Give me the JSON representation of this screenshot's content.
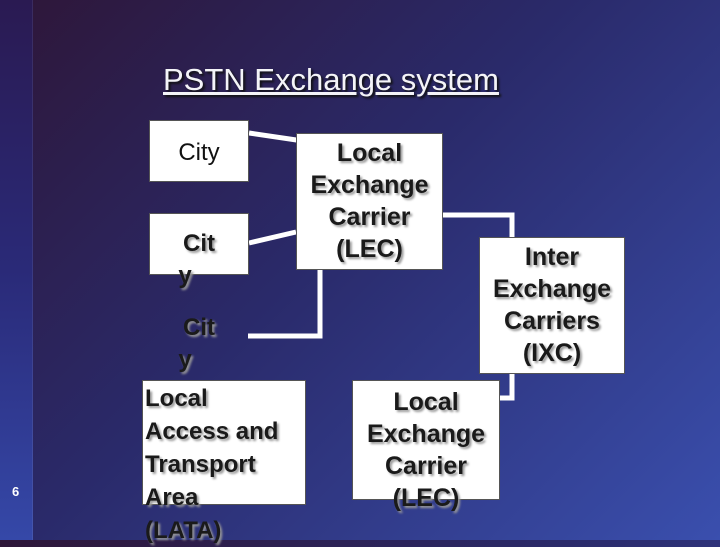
{
  "slide": {
    "title": "PSTN Exchange system",
    "number": "6"
  },
  "diagram": {
    "city_top": "City",
    "city_mid_line1": "Cit",
    "city_mid_line2": "y",
    "city_low_line1": "Cit",
    "city_low_line2": "y",
    "lec_top": [
      "Local",
      "Exchange",
      "Carrier",
      "(LEC)"
    ],
    "lec_bottom": [
      "Local",
      "Exchange",
      "Carrier",
      "(LEC)"
    ],
    "ixc": [
      "Inter",
      "Exchange",
      "Carriers",
      "(IXC)"
    ],
    "lata": [
      "Local",
      "Access and",
      "Transport",
      "Area",
      "(LATA)"
    ]
  },
  "colors": {
    "box_fill": "#ffffff",
    "connector": "#ffffff",
    "text": "#1a1a1a"
  }
}
